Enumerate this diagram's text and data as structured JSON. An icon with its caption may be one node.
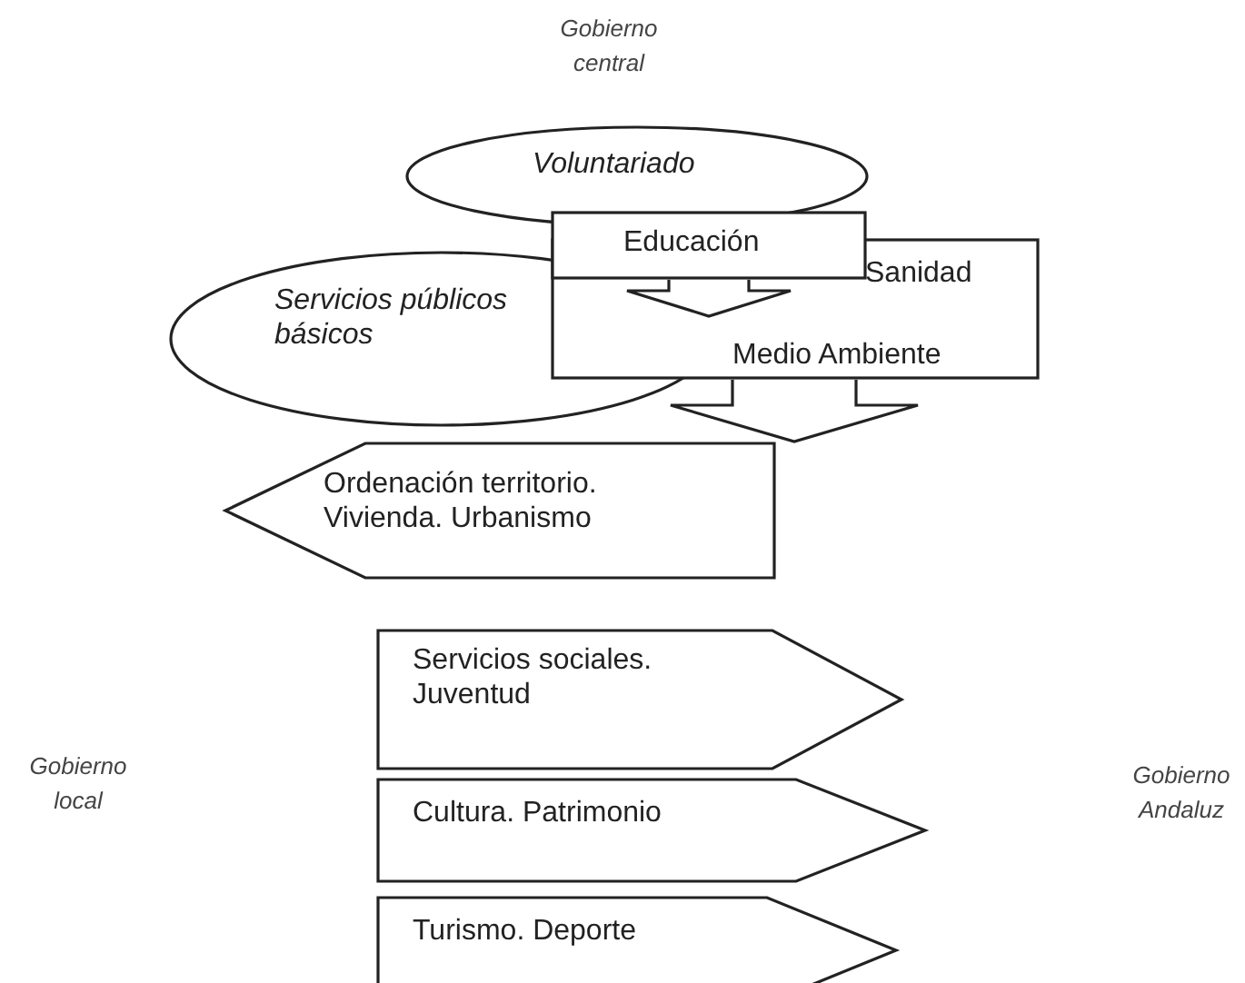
{
  "diagram": {
    "nodes": [
      {
        "text": [
          "Voluntariado"
        ]
      },
      {
        "text": [
          "Servicios públicos básicos"
        ]
      },
      {
        "text": [
          "Sanidad",
          "Medio Ambiente"
        ]
      },
      {
        "text": [
          "Educación"
        ]
      },
      {
        "text": [
          "Ordenación territorio. Vivienda. Urbanismo"
        ]
      },
      {
        "text": [
          "Servicios sociales. Juventud"
        ]
      },
      {
        "text": [
          "Cultura. Patrimonio"
        ]
      },
      {
        "text": [
          "Turismo. Deporte"
        ]
      }
    ],
    "edges": [
      {
        "from": 3,
        "to": 2,
        "arrow": "to"
      },
      {
        "from": 2,
        "to": 4,
        "arrow": "to"
      }
    ],
    "labels": [
      "Gobierno central",
      "Gobierno local",
      "Gobierno Andaluz"
    ]
  }
}
